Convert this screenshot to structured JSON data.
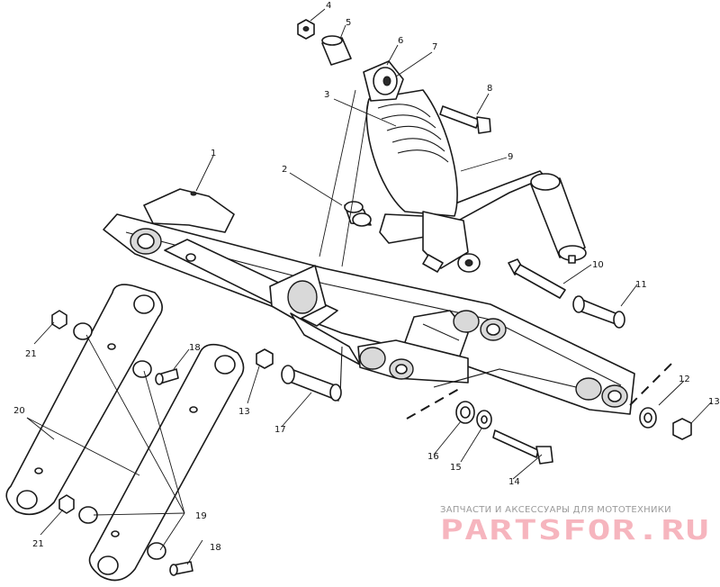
{
  "callouts": [
    "1",
    "2",
    "3",
    "4",
    "5",
    "6",
    "7",
    "8",
    "9",
    "10",
    "11",
    "12",
    "13",
    "13",
    "14",
    "15",
    "16",
    "17",
    "18",
    "18",
    "19",
    "20",
    "21",
    "21"
  ],
  "watermark": {
    "caption": "ЗАПЧАСТИ И АКСЕССУАРЫ ДЛЯ МОТОТЕХНИКИ",
    "logo": "PARTSFOR.RU"
  }
}
